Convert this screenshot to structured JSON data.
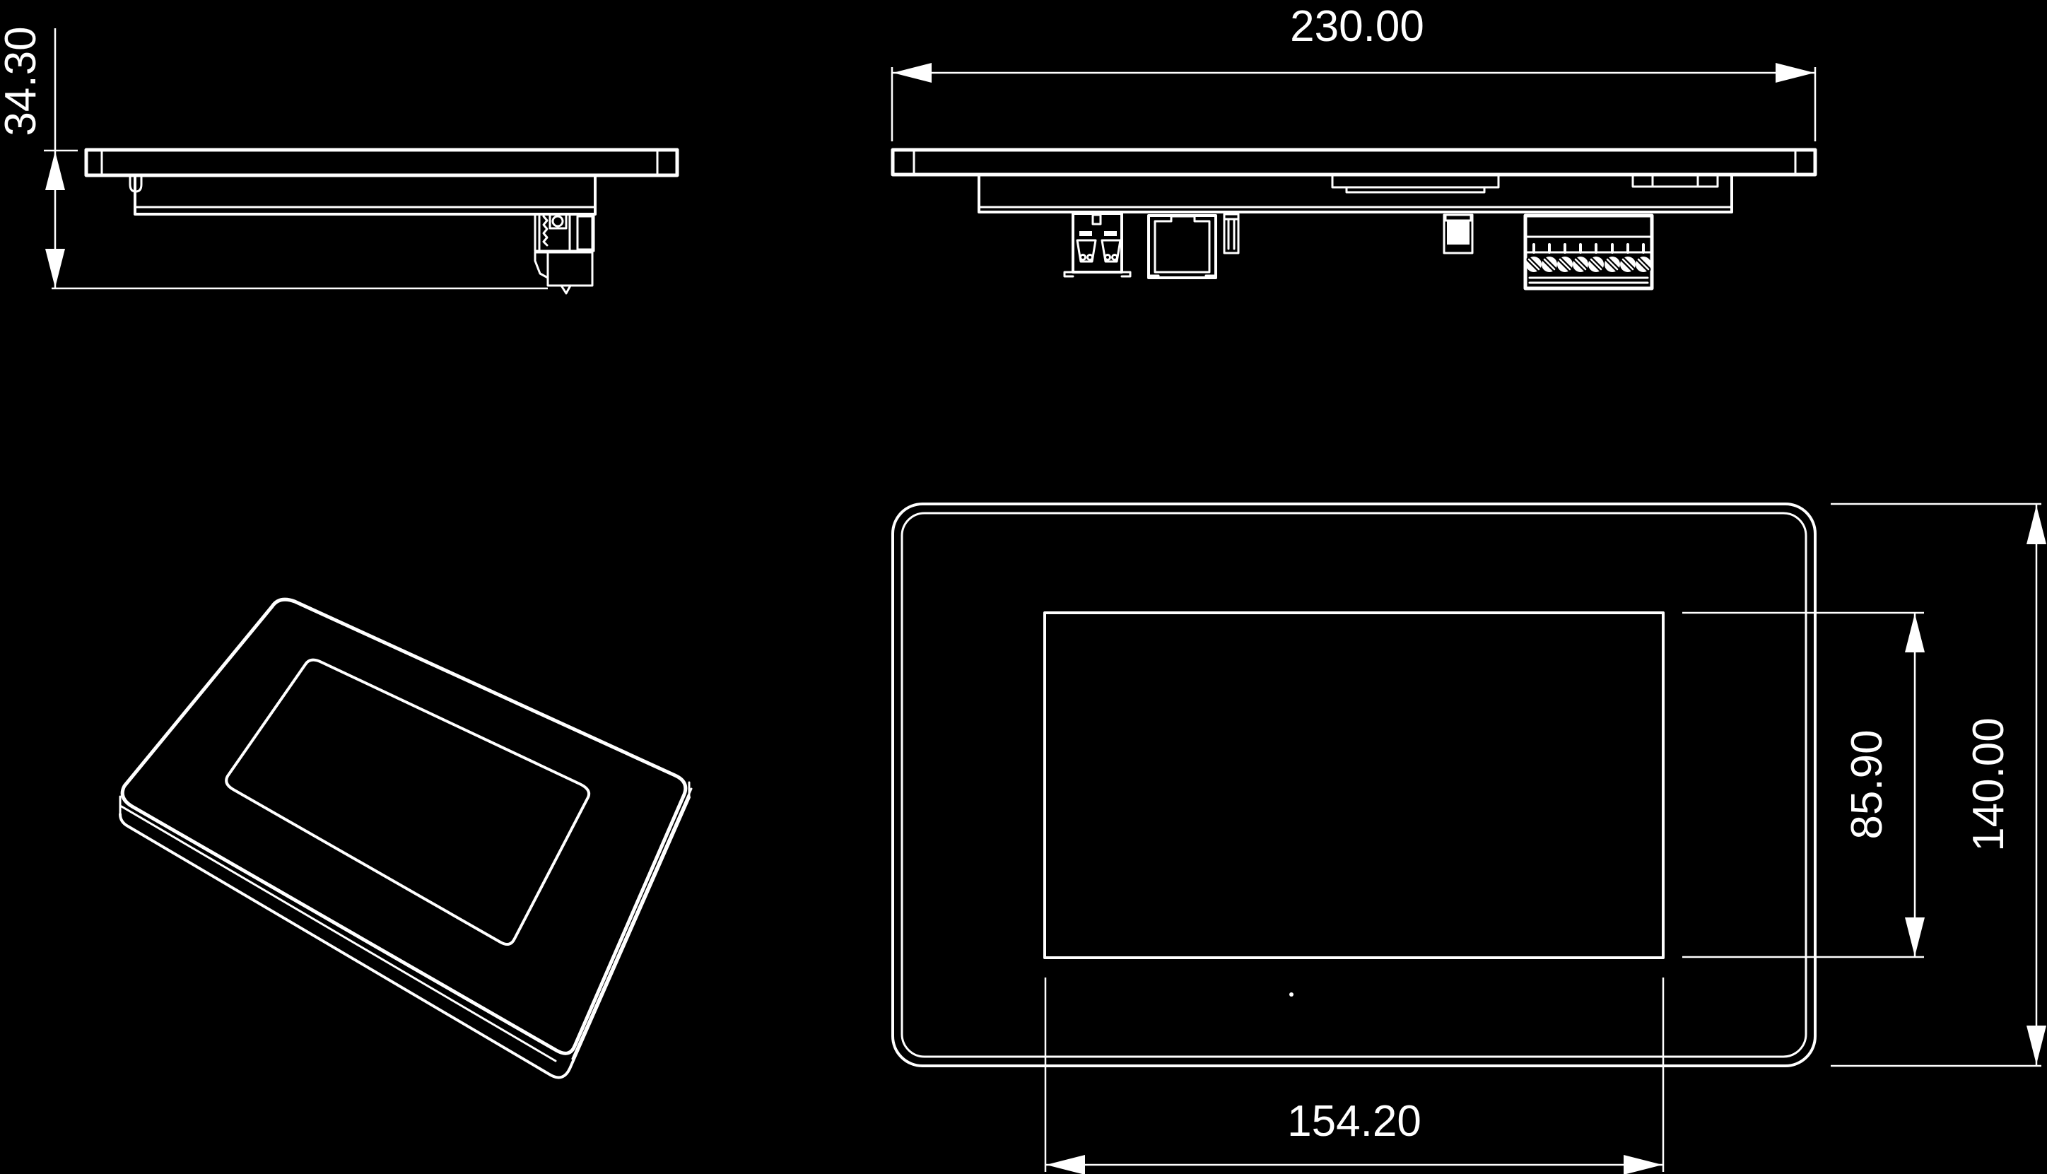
{
  "colors": {
    "background": "#000000",
    "line": "#ffffff"
  },
  "dimensions": {
    "side_height": "34.30",
    "overall_width": "230.00",
    "display_height": "85.90",
    "overall_height": "140.00",
    "display_width": "154.20"
  }
}
